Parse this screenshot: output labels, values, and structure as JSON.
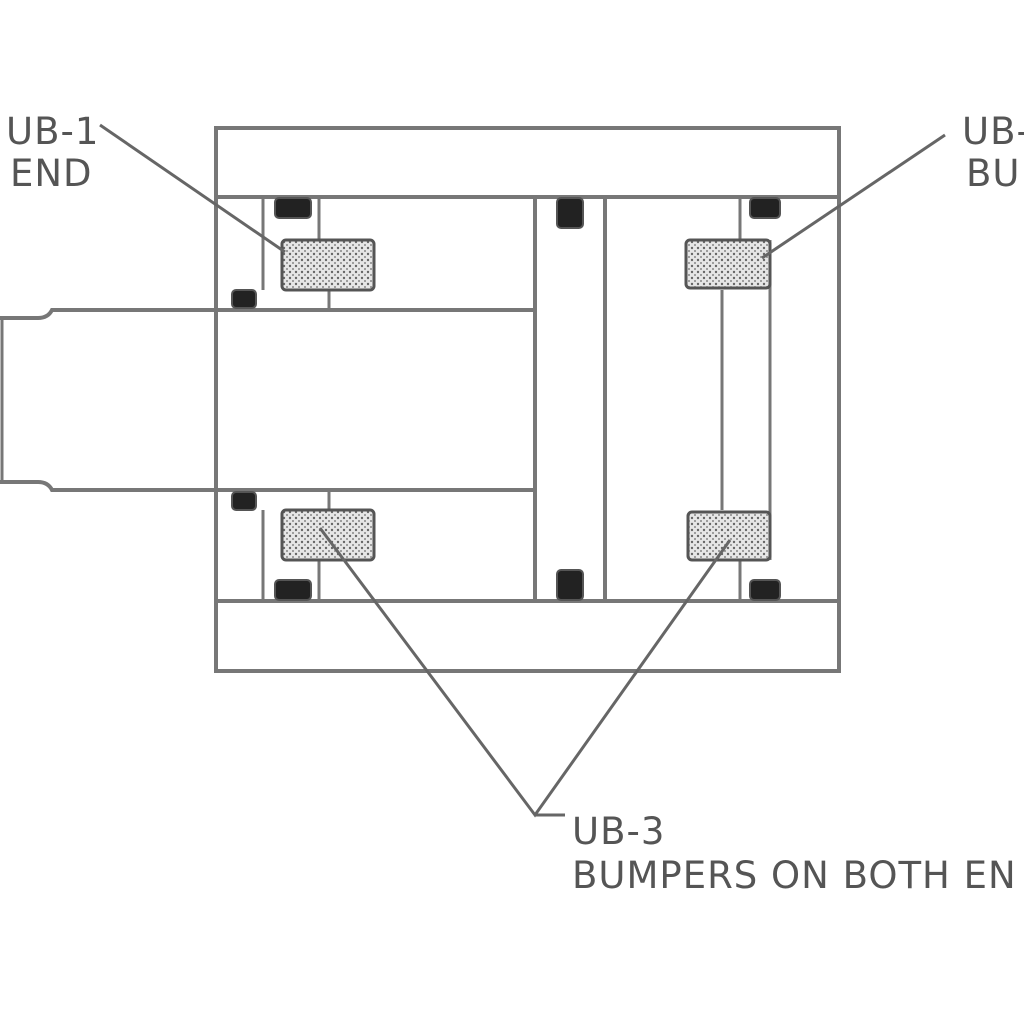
{
  "labels": {
    "ub1_code": "UB-1",
    "ub1_desc": "END",
    "ub2_code": "UB-",
    "ub2_desc": "BUM",
    "ub3_code": "UB-3",
    "ub3_desc": "BUMPERS ON BOTH EN"
  }
}
